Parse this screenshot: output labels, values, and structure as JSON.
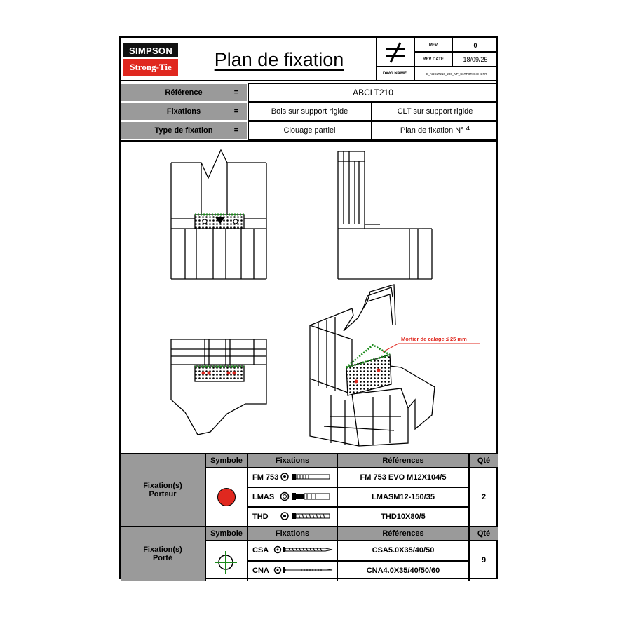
{
  "header": {
    "logo_top": "SIMPSON",
    "logo_bottom": "Strong-Tie",
    "title": "Plan de fixation",
    "rev_label": "REV",
    "rev_value": "0",
    "rev_date_label": "REV DATE",
    "rev_date_value": "18/09/25",
    "dwg_name_label": "DWG NAME",
    "dwg_name_value": "C_ABCLT210_200_NP_CLTTORIGID-4-FR"
  },
  "info": {
    "reference_label": "Référence",
    "reference_value": "ABCLT210",
    "fixations_label": "Fixations",
    "fixations_value_1": "Bois sur support rigide",
    "fixations_value_2": "CLT sur support rigide",
    "type_label": "Type de fixation",
    "type_value": "Clouage partiel",
    "plan_label": "Plan de fixation N°",
    "plan_number": "4",
    "equals": "="
  },
  "drawing": {
    "annotation": "Mortier de calage ≤ 25 mm"
  },
  "colors": {
    "grey_header": "#9a9a9a",
    "red_dot": "#e0281f",
    "green_nail": "#1b8a1b"
  },
  "table_porteur": {
    "group_label_1": "Fixation(s)",
    "group_label_2": "Porteur",
    "col_symbole": "Symbole",
    "col_fixations": "Fixations",
    "col_references": "Références",
    "col_qte": "Qté",
    "symbol_icon": "red-dot-icon",
    "rows": [
      {
        "fix": "FM 753",
        "ref": "FM 753 EVO M12X104/5"
      },
      {
        "fix": "LMAS",
        "ref": "LMASM12-150/35"
      },
      {
        "fix": "THD",
        "ref": "THD10X80/5"
      }
    ],
    "qte": "2"
  },
  "table_porte": {
    "group_label_1": "Fixation(s)",
    "group_label_2": "Porté",
    "col_symbole": "Symbole",
    "col_fixations": "Fixations",
    "col_references": "Références",
    "col_qte": "Qté",
    "symbol_icon": "green-crosshair-icon",
    "rows": [
      {
        "fix": "CSA",
        "ref": "CSA5.0X35/40/50"
      },
      {
        "fix": "CNA",
        "ref": "CNA4.0X35/40/50/60"
      }
    ],
    "qte": "9"
  }
}
